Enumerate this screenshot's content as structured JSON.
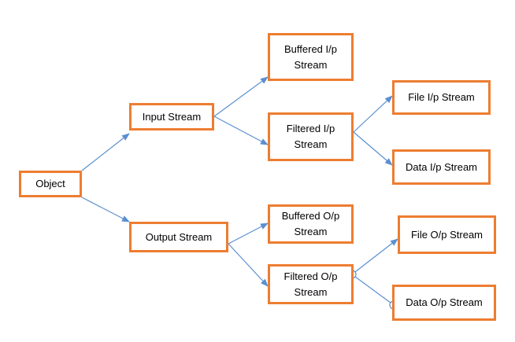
{
  "diagram": {
    "colors": {
      "node_border": "#ed7d31",
      "connector": "#5b8fd0",
      "text": "#000000"
    },
    "nodes": {
      "object": "Object",
      "input_stream": "Input Stream",
      "output_stream": "Output Stream",
      "buffered_input": {
        "line1": "Buffered I/p",
        "line2": "Stream"
      },
      "filtered_input": {
        "line1": "Filtered I/p",
        "line2": "Stream"
      },
      "buffered_output": {
        "line1": "Buffered O/p",
        "line2": "Stream"
      },
      "filtered_output": {
        "line1": "Filtered O/p",
        "line2": "Stream"
      },
      "file_input": "File I/p Stream",
      "data_input": "Data I/p Stream",
      "file_output": "File O/p Stream",
      "data_output": "Data O/p Stream"
    },
    "edges": [
      {
        "from": "object",
        "to": "input_stream"
      },
      {
        "from": "object",
        "to": "output_stream"
      },
      {
        "from": "input_stream",
        "to": "buffered_input"
      },
      {
        "from": "input_stream",
        "to": "filtered_input"
      },
      {
        "from": "output_stream",
        "to": "buffered_output"
      },
      {
        "from": "output_stream",
        "to": "filtered_output"
      },
      {
        "from": "filtered_input",
        "to": "file_input"
      },
      {
        "from": "filtered_input",
        "to": "data_input"
      },
      {
        "from": "filtered_output",
        "to": "file_output"
      },
      {
        "from": "filtered_output",
        "to": "data_output"
      }
    ]
  }
}
